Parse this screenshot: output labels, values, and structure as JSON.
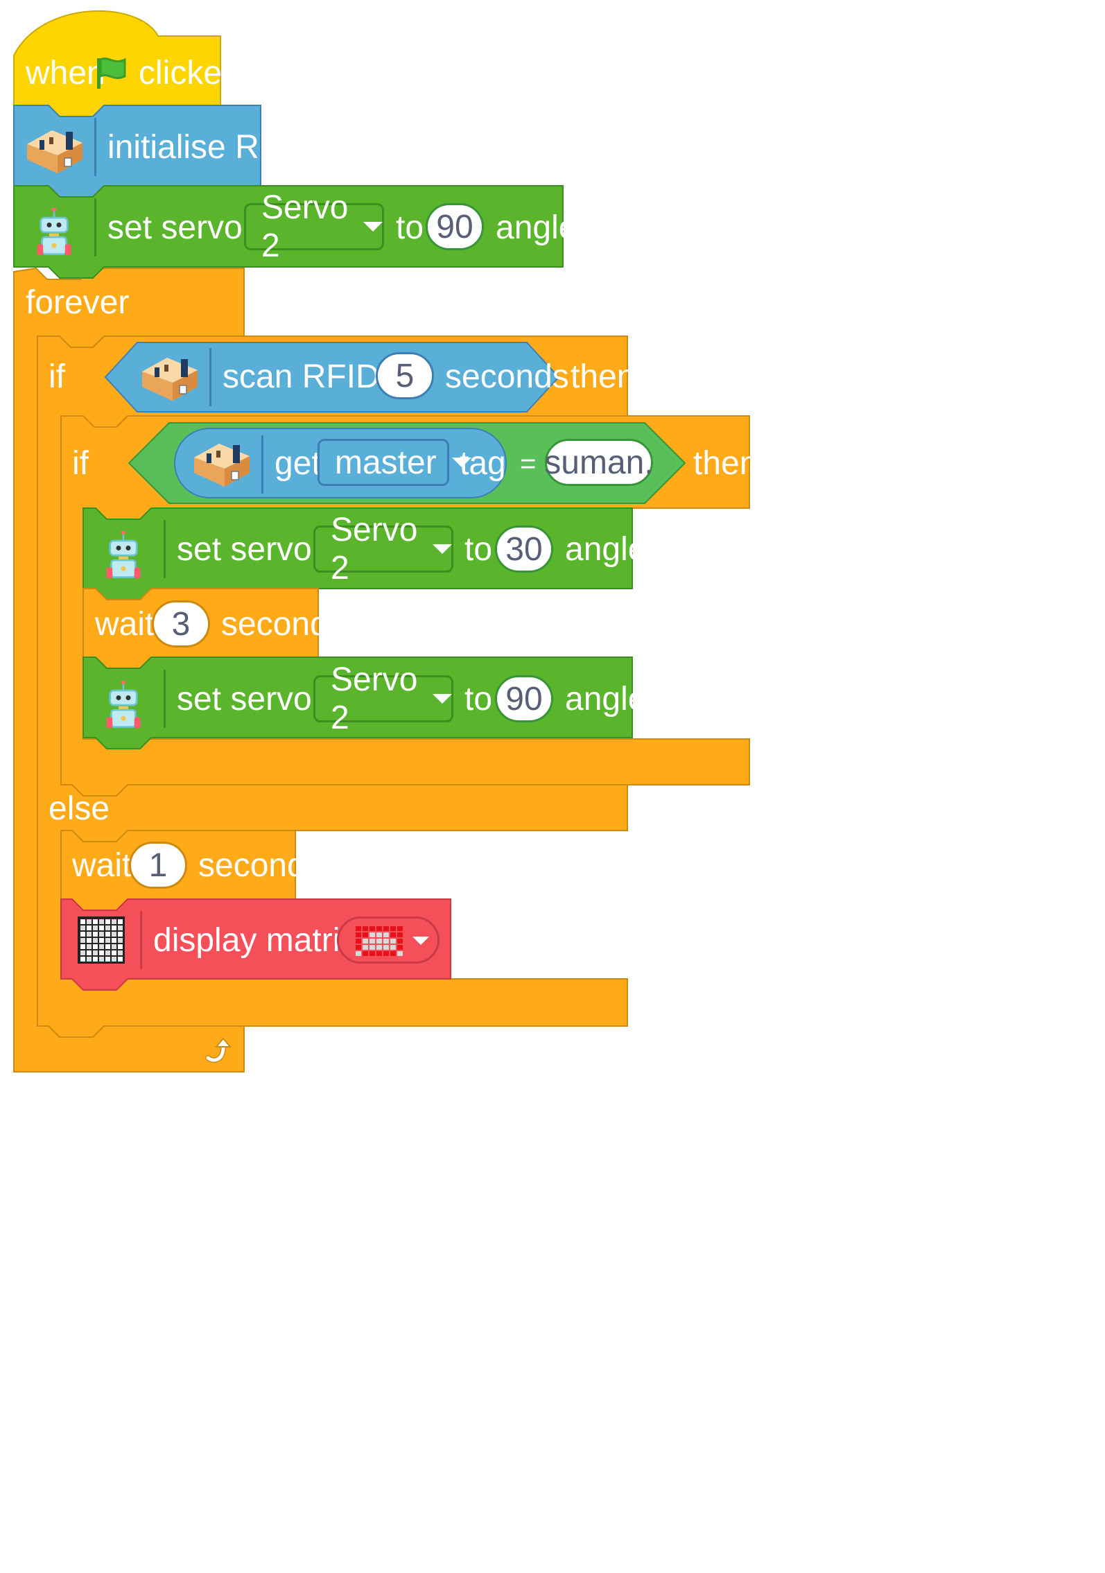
{
  "script": {
    "hat": {
      "when": "when",
      "clicked": "clicked"
    },
    "init_rfid": {
      "label": "initialise RFID"
    },
    "servo_set_1": {
      "prefix": "set servo on",
      "servo": "Servo 2",
      "to": "to",
      "angle_value": "90",
      "suffix": "angle"
    },
    "forever": {
      "label": "forever"
    },
    "if_outer": {
      "if": "if",
      "condition": {
        "prefix": "scan RFID for",
        "value": "5",
        "suffix": "seconds"
      },
      "then": "then"
    },
    "if_inner": {
      "if": "if",
      "condition": {
        "get": "get",
        "tag_option": "master",
        "tag": "tag",
        "equals": "=",
        "value": "suman."
      },
      "then": "then"
    },
    "servo_set_2": {
      "prefix": "set servo on",
      "servo": "Servo 2",
      "to": "to",
      "angle_value": "30",
      "suffix": "angle"
    },
    "wait_1": {
      "wait": "wait",
      "value": "3",
      "seconds": "seconds"
    },
    "servo_set_3": {
      "prefix": "set servo on",
      "servo": "Servo 2",
      "to": "to",
      "angle_value": "90",
      "suffix": "angle"
    },
    "else": {
      "label": "else"
    },
    "wait_2": {
      "wait": "wait",
      "value": "1",
      "seconds": "seconds"
    },
    "display_matrix": {
      "label": "display matrix as",
      "pattern": [
        "1111111",
        "1100011",
        "1000001",
        "1000001",
        "0111110"
      ]
    }
  },
  "colors": {
    "events": "#ffd500",
    "control": "#ffab19",
    "rfid": "#5aafd8",
    "servo": "#5ab52d",
    "operators": "#59c059",
    "display": "#f5505a"
  },
  "icons": {
    "hat": "green-flag-icon",
    "rfid": "rfid-house-icon",
    "servo": "robot-icon",
    "display": "led-matrix-icon",
    "loop": "loop-arrow-icon"
  }
}
